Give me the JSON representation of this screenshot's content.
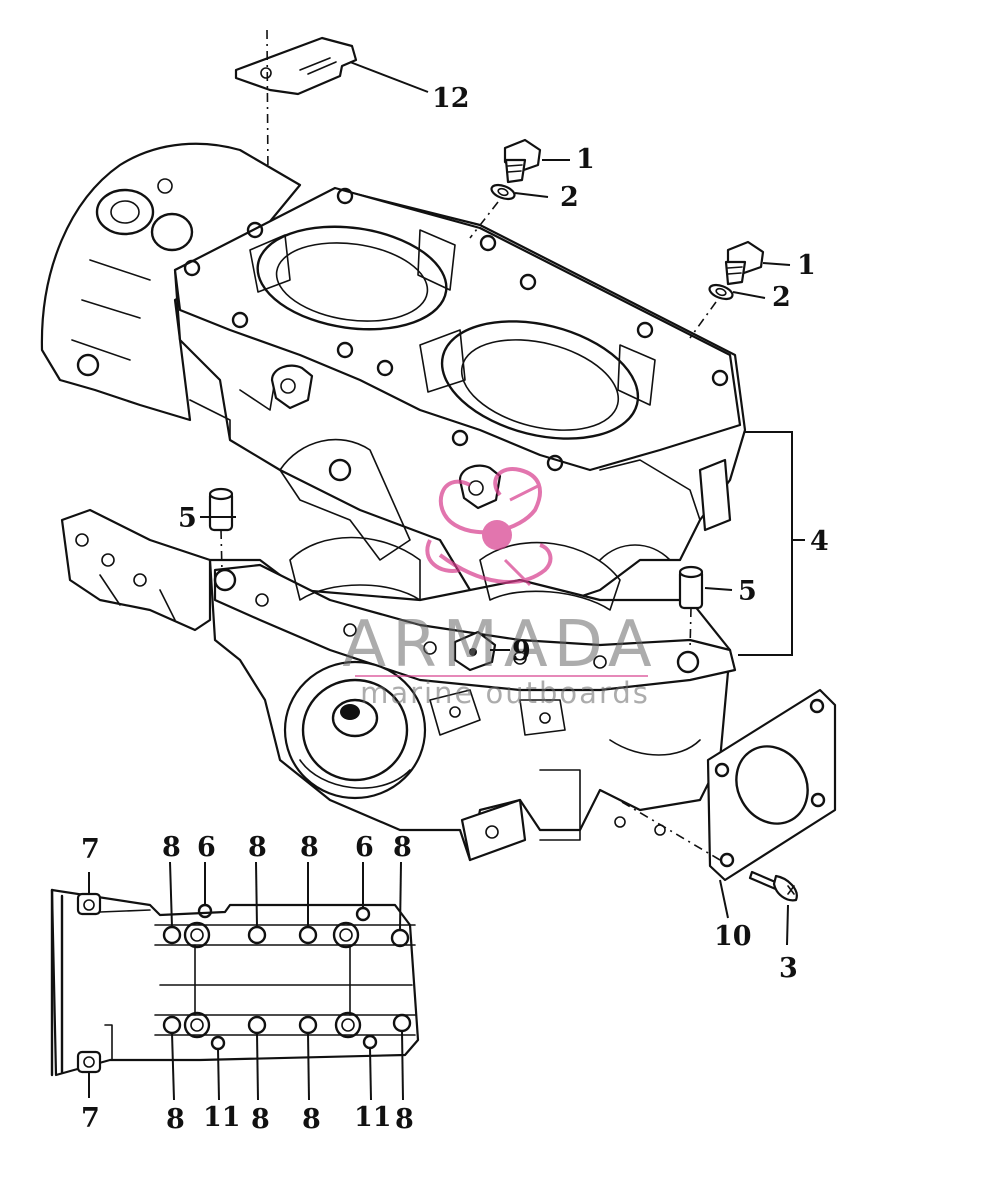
{
  "watermark": {
    "brand": "ARMADA",
    "tagline": "marine outboards",
    "accent_color": "#d63c8c"
  },
  "callouts": {
    "c1a": "1",
    "c1b": "1",
    "c2a": "2",
    "c2b": "2",
    "c3": "3",
    "c4": "4",
    "c5a": "5",
    "c5b": "5",
    "c6a": "6",
    "c6b": "6",
    "c7a": "7",
    "c7b": "7",
    "c8a": "8",
    "c8b": "8",
    "c8c": "8",
    "c8d": "8",
    "c8e": "8",
    "c8f": "8",
    "c8g": "8",
    "c8h": "8",
    "c9": "9",
    "c10": "10",
    "c11a": "11",
    "c11b": "11",
    "c12": "12"
  }
}
